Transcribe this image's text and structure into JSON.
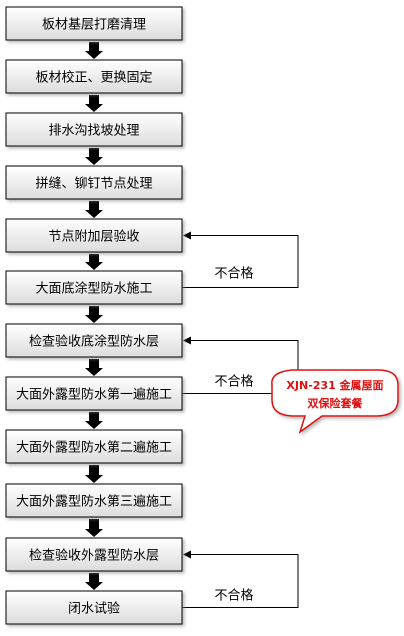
{
  "flow": {
    "steps": [
      "板材基层打磨清理",
      "板材校正、更换固定",
      "排水沟找坡处理",
      "拼缝、铆钉节点处理",
      "节点附加层验收",
      "大面底涂型防水施工",
      "检查验收底涂型防水层",
      "大面外露型防水第一遍施工",
      "大面外露型防水第二遍施工",
      "大面外露型防水第三遍施工",
      "检查验收外露型防水层",
      "闭水试验"
    ],
    "loops": [
      {
        "label": "不合格",
        "from_step": 5,
        "to_step": 4
      },
      {
        "label": "不合格",
        "from_step": 7,
        "to_step": 6
      },
      {
        "label": "不合格",
        "from_step": 11,
        "to_step": 10
      }
    ]
  },
  "callout": {
    "line1": "XJN-231 金属屋面",
    "line2": "双保险套餐",
    "color": "#e01010"
  }
}
